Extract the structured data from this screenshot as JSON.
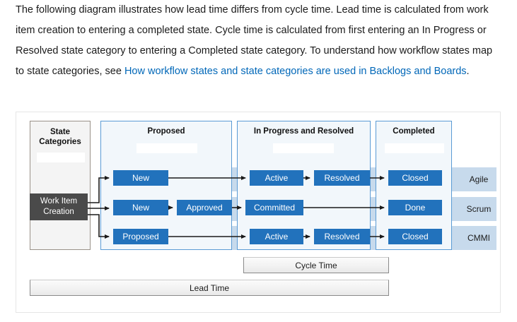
{
  "intro": {
    "text_part_1": "The following diagram illustrates how lead time differs from cycle time. Lead time is calculated from work item creation to entering a completed state. Cycle time is calculated from first entering an In Progress or Resolved state category to entering a Completed state category. To understand how workflow states map to state categories, see ",
    "link_text": "How workflow states and state categories are used in Backlogs and Boards",
    "text_part_2": "."
  },
  "diagram": {
    "state_categories_label": "State Categories",
    "work_item_creation_label": "Work Item Creation",
    "columns": [
      {
        "id": "proposed",
        "title": "Proposed"
      },
      {
        "id": "inprogress",
        "title": "In Progress and Resolved"
      },
      {
        "id": "completed",
        "title": "Completed"
      }
    ],
    "rows": [
      {
        "process": "Agile",
        "proposed": [
          "New"
        ],
        "inprogress": [
          "Active",
          "Resolved"
        ],
        "completed": [
          "Closed"
        ]
      },
      {
        "process": "Scrum",
        "proposed": [
          "New",
          "Approved"
        ],
        "inprogress": [
          "Committed"
        ],
        "completed": [
          "Done"
        ]
      },
      {
        "process": "CMMI",
        "proposed": [
          "Proposed"
        ],
        "inprogress": [
          "Active",
          "Resolved"
        ],
        "completed": [
          "Closed"
        ]
      }
    ],
    "cycle_time_label": "Cycle Time",
    "lead_time_label": "Lead Time",
    "colors": {
      "state_box_fill": "#2272bc",
      "state_box_text": "#ffffff",
      "row_band": "#c7daec",
      "column_fill": "#f2f7fb",
      "column_border": "#5b9bd5",
      "state_category_fill": "#f4f4f4",
      "state_category_border": "#9a9289",
      "work_item_creation_fill": "#4a4a4a",
      "link": "#0067b8",
      "arrow": "#1a1a1a"
    }
  }
}
